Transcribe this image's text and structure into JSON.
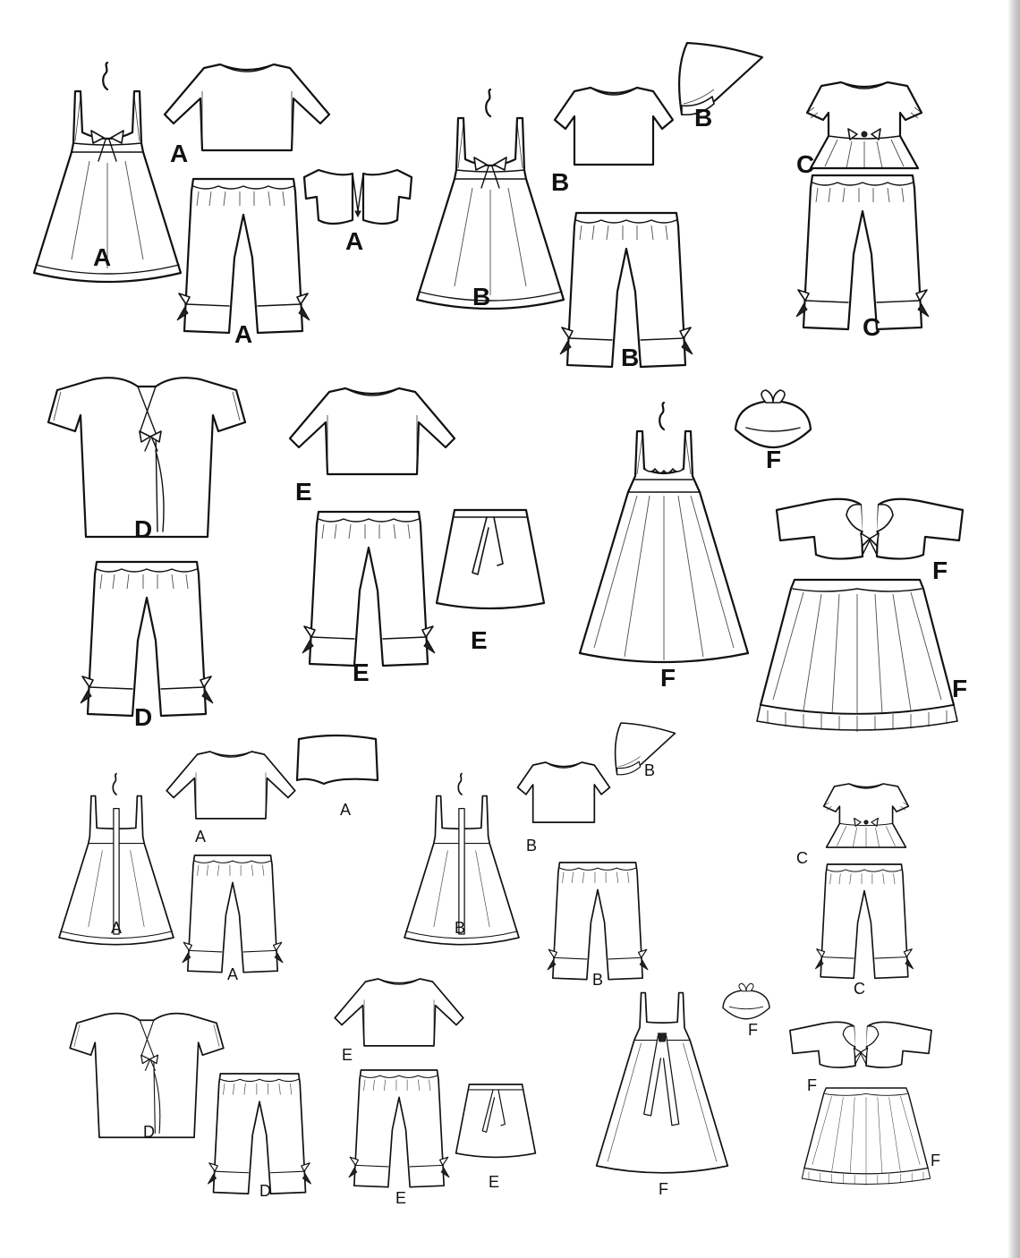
{
  "labels": [
    "A",
    "A",
    "A",
    "A",
    "B",
    "B",
    "B",
    "B",
    "C",
    "C",
    "D",
    "D",
    "E",
    "E",
    "E",
    "F",
    "F",
    "F",
    "F",
    "A",
    "A",
    "A",
    "A",
    "B",
    "B",
    "B",
    "B",
    "C",
    "C",
    "D",
    "D",
    "E",
    "E",
    "E",
    "F",
    "F",
    "F",
    "F"
  ]
}
